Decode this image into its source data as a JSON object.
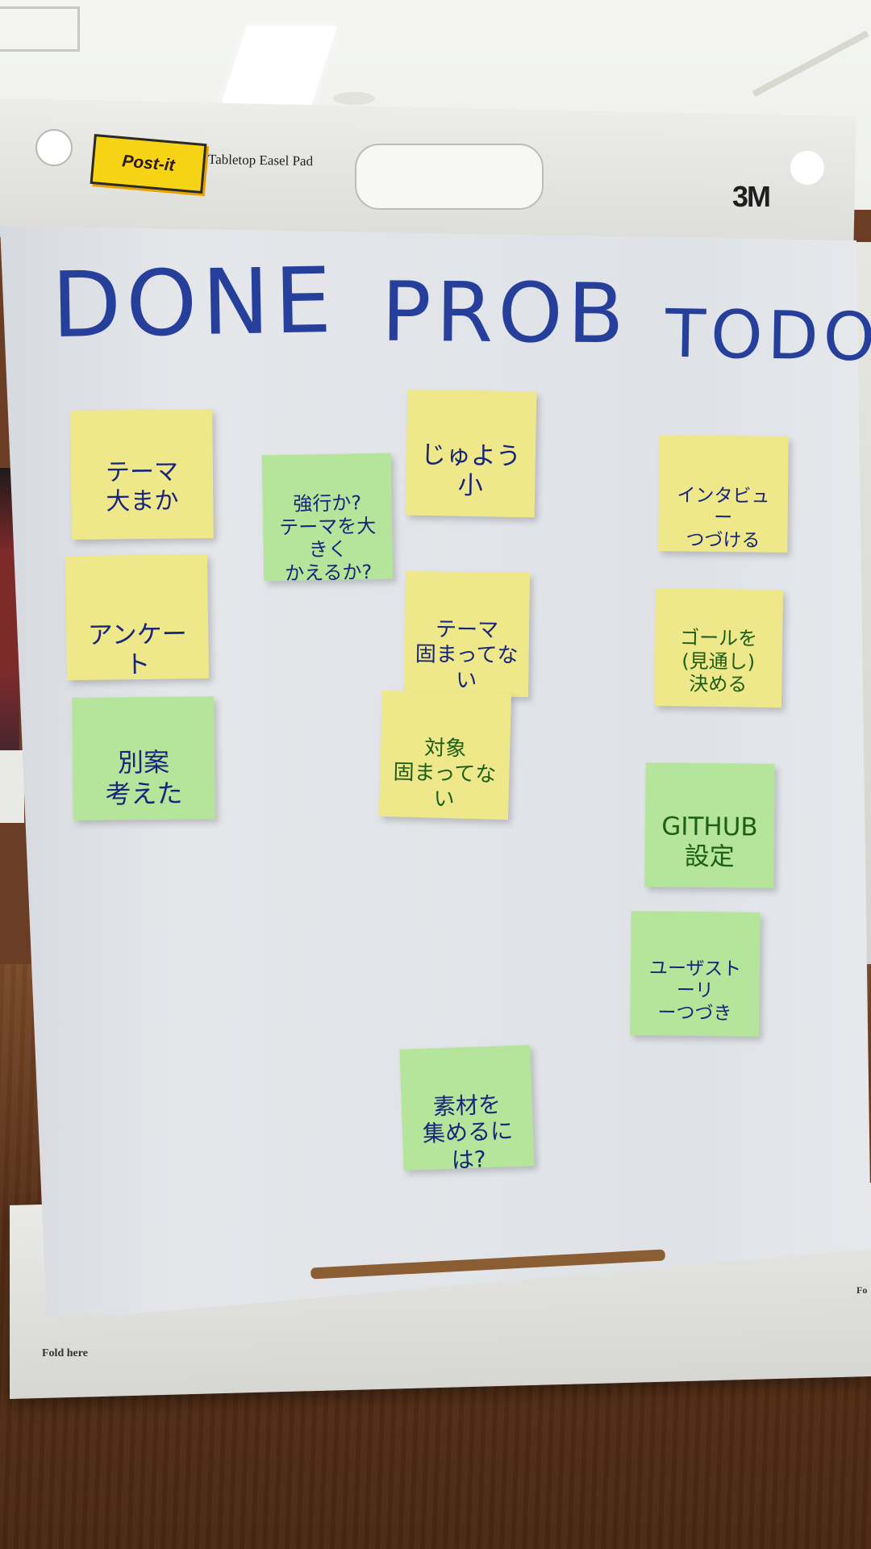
{
  "pad": {
    "logo_text": "Post-it",
    "product_name": "Tabletop Easel Pad",
    "maker": "3M",
    "fold_label": "Fold here",
    "fold_label_right": "Fo"
  },
  "board": {
    "columns": [
      {
        "label": "DONE"
      },
      {
        "label": "PROB"
      },
      {
        "label": "TODO"
      }
    ],
    "notes": {
      "done_1": "テーマ\n大まか",
      "done_2": "アンケート",
      "done_3": "別案\n考えた",
      "done_4": "強行か?\nテーマを大きく\nかえるか?",
      "prob_1": "じゅよう\n小",
      "prob_2": "テーマ\n固まってない",
      "prob_3": "対象\n固まってない",
      "prob_4": "素材を\n集めるには?",
      "todo_1": "インタビュー\nつづける",
      "todo_2": "ゴールを\n(見通し)\n決める",
      "todo_3": "GITHUB\n設定",
      "todo_4": "ユーザストーリ\nーつづき"
    }
  },
  "colors": {
    "marker_blue": "#263f9b",
    "note_yellow": "#eee88a",
    "note_green": "#b4e59a",
    "marker_green": "#1d5e18"
  }
}
